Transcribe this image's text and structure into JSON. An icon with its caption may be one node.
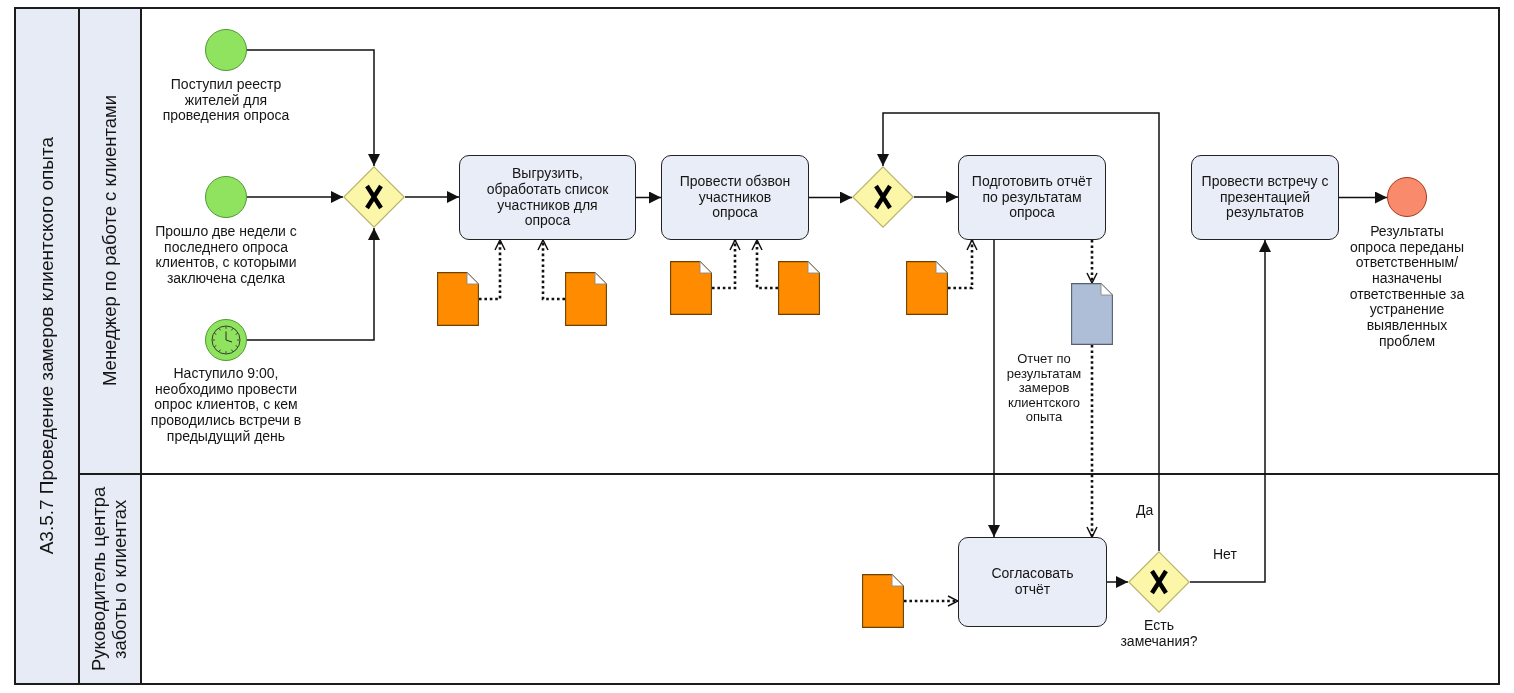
{
  "diagram": {
    "nodes": [
      {
        "text": [
          "A3.5.7 Проведение замеров клиентского опыта"
        ]
      },
      {
        "text": [
          "Менеджер по работе с клиентами"
        ],
        "in": 0
      },
      {
        "text": [
          "Руководитель центра заботы о клиентах"
        ],
        "in": 0
      },
      {
        "text": [],
        "shape": "circle",
        "in": 1,
        "beside": [
          "Поступил реестр жителей для проведения опроса"
        ]
      },
      {
        "text": [],
        "shape": "circle",
        "in": 1,
        "beside": [
          "Прошло две недели с последнего опроса клиентов, с которыми заключена сделка"
        ]
      },
      {
        "text": [],
        "shape": "circle",
        "in": 1,
        "beside": [
          "Наступило 9:00, необходимо провести опрос клиентов, с кем проводились встречи в предыдущий день"
        ]
      },
      {
        "text": [],
        "shape": "diamond",
        "in": 1
      },
      {
        "text": [
          "Выгрузить, обработать список участников для опроса"
        ],
        "in": 1
      },
      {
        "text": [],
        "shape": "document",
        "in": 1
      },
      {
        "text": [],
        "shape": "document",
        "in": 1
      },
      {
        "text": [
          "Провести обзвон участников опроса"
        ],
        "in": 1
      },
      {
        "text": [],
        "shape": "document",
        "in": 1
      },
      {
        "text": [],
        "shape": "document",
        "in": 1
      },
      {
        "text": [],
        "shape": "diamond",
        "in": 1
      },
      {
        "text": [
          "Подготовить отчёт по результатам опроса"
        ],
        "in": 1
      },
      {
        "text": [],
        "shape": "document",
        "in": 1
      },
      {
        "text": [],
        "shape": "document",
        "in": 1,
        "beside": [
          "Отчет по результатам замеров клиентского опыта"
        ]
      },
      {
        "text": [
          "Провести встречу с презентацией результатов"
        ],
        "in": 1
      },
      {
        "text": [],
        "shape": "circle",
        "in": 1,
        "beside": [
          "Результаты опроса переданы ответственным/ назначены ответственные за устранение выявленных проблем"
        ]
      },
      {
        "text": [],
        "shape": "document",
        "in": 2
      },
      {
        "text": [
          "Согласовать отчёт"
        ],
        "in": 2
      },
      {
        "text": [],
        "shape": "diamond",
        "in": 2,
        "beside": [
          "Есть замечания?"
        ]
      }
    ],
    "edges": [
      {
        "from": 3,
        "to": 6,
        "arrow": "to"
      },
      {
        "from": 4,
        "to": 6,
        "arrow": "to"
      },
      {
        "from": 5,
        "to": 6,
        "arrow": "to"
      },
      {
        "from": 6,
        "to": 7,
        "arrow": "to"
      },
      {
        "from": 8,
        "to": 7,
        "arrow": "to",
        "style": "dashed"
      },
      {
        "from": 9,
        "to": 7,
        "arrow": "to",
        "style": "dashed"
      },
      {
        "from": 7,
        "to": 10,
        "arrow": "to"
      },
      {
        "from": 11,
        "to": 10,
        "arrow": "to",
        "style": "dashed"
      },
      {
        "from": 12,
        "to": 10,
        "arrow": "to",
        "style": "dashed"
      },
      {
        "from": 10,
        "to": 13,
        "arrow": "to"
      },
      {
        "from": 13,
        "to": 14,
        "arrow": "to"
      },
      {
        "from": 15,
        "to": 14,
        "arrow": "to",
        "style": "dashed"
      },
      {
        "from": 14,
        "to": 16,
        "arrow": "to",
        "style": "dashed"
      },
      {
        "from": 16,
        "to": 20,
        "arrow": "to",
        "style": "dashed"
      },
      {
        "from": 14,
        "to": 20,
        "arrow": "to"
      },
      {
        "from": 19,
        "to": 20,
        "arrow": "to",
        "style": "dashed"
      },
      {
        "from": 20,
        "to": 21,
        "arrow": "to"
      },
      {
        "from": 21,
        "to": 13,
        "arrow": "to",
        "label": "Да"
      },
      {
        "from": 21,
        "to": 17,
        "arrow": "to",
        "label": "Нет"
      },
      {
        "from": 17,
        "to": 18,
        "arrow": "to"
      }
    ]
  }
}
